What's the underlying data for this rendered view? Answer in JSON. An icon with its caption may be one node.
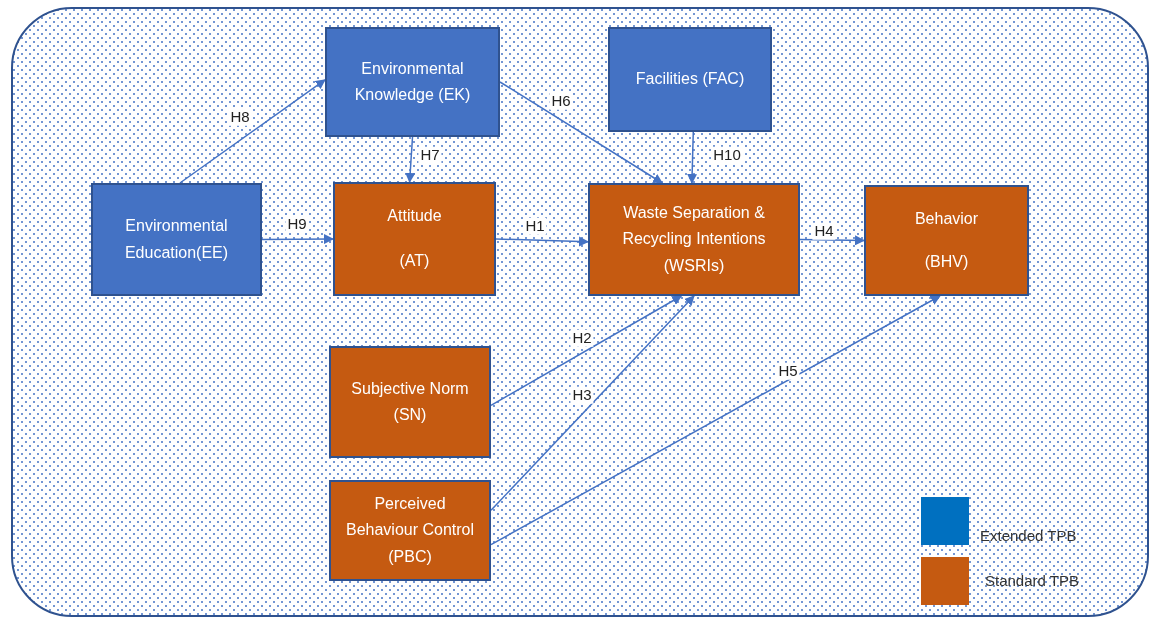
{
  "diagram": {
    "nodes": [
      {
        "text": [
          "Environmental Knowledge (EK)"
        ]
      },
      {
        "text": [
          "Facilities (FAC)"
        ]
      },
      {
        "text": [
          "Environmental Education(EE)"
        ]
      },
      {
        "text": [
          "Attitude",
          "(AT)"
        ]
      },
      {
        "text": [
          "Waste Separation & Recycling Intentions (WSRIs)"
        ]
      },
      {
        "text": [
          "Behavior",
          "(BHV)"
        ]
      },
      {
        "text": [
          "Subjective Norm (SN)"
        ]
      },
      {
        "text": [
          "Perceived Behaviour Control (PBC)"
        ]
      }
    ],
    "edges": [
      {
        "from": 2,
        "to": 0,
        "arrow": "to",
        "label": "H8"
      },
      {
        "from": 0,
        "to": 4,
        "arrow": "to",
        "label": "H6"
      },
      {
        "from": 0,
        "to": 3,
        "arrow": "to",
        "label": "H7"
      },
      {
        "from": 1,
        "to": 4,
        "arrow": "to",
        "label": "H10"
      },
      {
        "from": 2,
        "to": 3,
        "arrow": "to",
        "label": "H9"
      },
      {
        "from": 3,
        "to": 4,
        "arrow": "to",
        "label": "H1"
      },
      {
        "from": 4,
        "to": 5,
        "arrow": "to",
        "label": "H4"
      },
      {
        "from": 6,
        "to": 4,
        "arrow": "to",
        "label": "H2"
      },
      {
        "from": 7,
        "to": 4,
        "arrow": "to",
        "label": "H3"
      },
      {
        "from": 7,
        "to": 5,
        "arrow": "to",
        "label": "H5"
      }
    ],
    "legend": [
      {
        "text": "Extended TPB",
        "color": "#0070c0"
      },
      {
        "text": "Standard TPB",
        "color": "#c55a11"
      }
    ]
  }
}
